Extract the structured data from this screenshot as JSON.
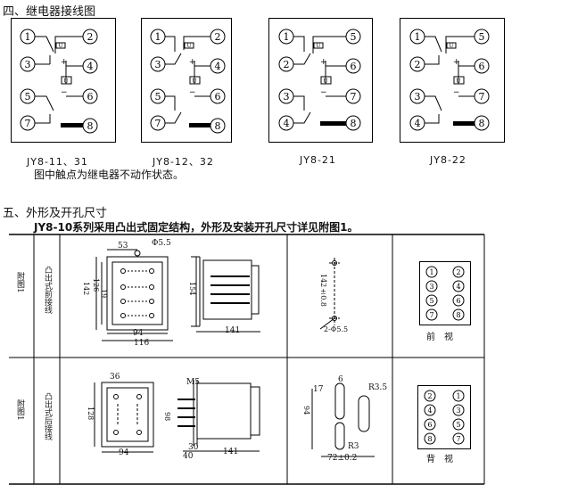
{
  "section4": {
    "title": "四、继电器接线图",
    "note": "图中触点为继电器不动作状态。",
    "diagrams": [
      {
        "caption": "JY8-11、31",
        "left": [
          "1",
          "3",
          "5",
          "7"
        ],
        "right": [
          "2",
          "4",
          "6",
          "8"
        ]
      },
      {
        "caption": "JY8-12、32",
        "left": [
          "1",
          "3",
          "5",
          "7"
        ],
        "right": [
          "2",
          "4",
          "6",
          "8"
        ]
      },
      {
        "caption": "JY8-21",
        "left": [
          "1",
          "2",
          "3",
          "4"
        ],
        "right": [
          "5",
          "6",
          "7",
          "8"
        ]
      },
      {
        "caption": "JY8-22",
        "left": [
          "1",
          "2",
          "3",
          "4"
        ],
        "right": [
          "5",
          "6",
          "7",
          "8"
        ]
      }
    ]
  },
  "section5": {
    "title": "五、外形及开孔尺寸",
    "subtitle": "JY8-10系列采用凸出式固定结构，外形及安装开孔尺寸详见附图1。",
    "row1": {
      "fig_label": "附图1",
      "type_label": "凸出式前接线",
      "dims": {
        "d53": "53",
        "d5_5": "Φ5.5",
        "d142": "142",
        "d126": "126",
        "d19": "19",
        "d94": "94",
        "d116": "116",
        "d154": "154",
        "d141": "141",
        "d142_08": "142±0.8",
        "d2_5_5": "2-Φ5.5"
      },
      "front_label": "前　视",
      "holes": [
        "1",
        "2",
        "3",
        "4",
        "5",
        "6",
        "7",
        "8"
      ]
    },
    "row2": {
      "fig_label": "附图1",
      "type_label": "凸出式后接线",
      "dims": {
        "d36": "36",
        "d128": "128",
        "d94": "94",
        "dM5": "M5",
        "d98": "98",
        "d30": "30",
        "d40": "40",
        "d141": "141",
        "d17": "17",
        "d6": "6",
        "dR3_5": "R3.5",
        "dR3": "R3",
        "d94v": "94",
        "d72_02": "72±0.2"
      },
      "back_label": "背　视",
      "holes": [
        "2",
        "1",
        "4",
        "3",
        "6",
        "5",
        "8",
        "7"
      ]
    }
  }
}
